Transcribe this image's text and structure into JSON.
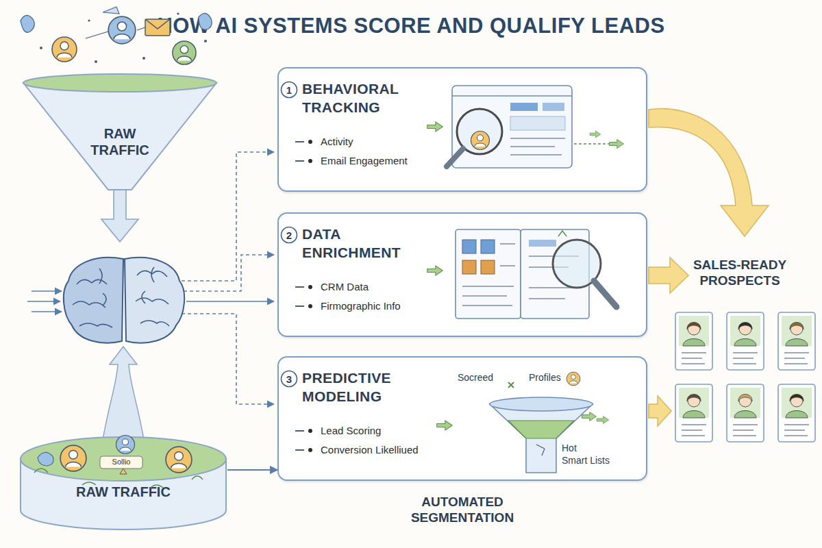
{
  "diagram": {
    "title": "HOW AI SYSTEMS SCORE AND QUALIFY LEADS",
    "nodes": [
      {
        "text": [
          "RAW TRAFFIC"
        ]
      },
      {
        "text": [
          "RAW TRAFFIC"
        ]
      },
      {
        "text": [
          "BEHAVIORAL TRACKING",
          "Activity",
          "Email Engagement"
        ]
      },
      {
        "text": [
          "1"
        ],
        "in": 2
      },
      {
        "text": [
          "DATA ENRICHMENT",
          "CRM Data",
          "Firmographic Info"
        ]
      },
      {
        "text": [
          "2"
        ],
        "in": 4
      },
      {
        "text": [
          "PREDICTIVE MODELING",
          "Lead Scoring",
          "Conversion Likelliued"
        ]
      },
      {
        "text": [
          "3"
        ],
        "in": 6
      }
    ],
    "edges": [
      {
        "from": 1,
        "to": 6,
        "arrow": "to"
      }
    ],
    "labels": [
      "Sollio",
      "Socreed",
      "Profiles",
      "Hot",
      "Smart Lists",
      "AUTOMATED SEGMENTATION",
      "SALES-READY PROSPECTS"
    ]
  }
}
